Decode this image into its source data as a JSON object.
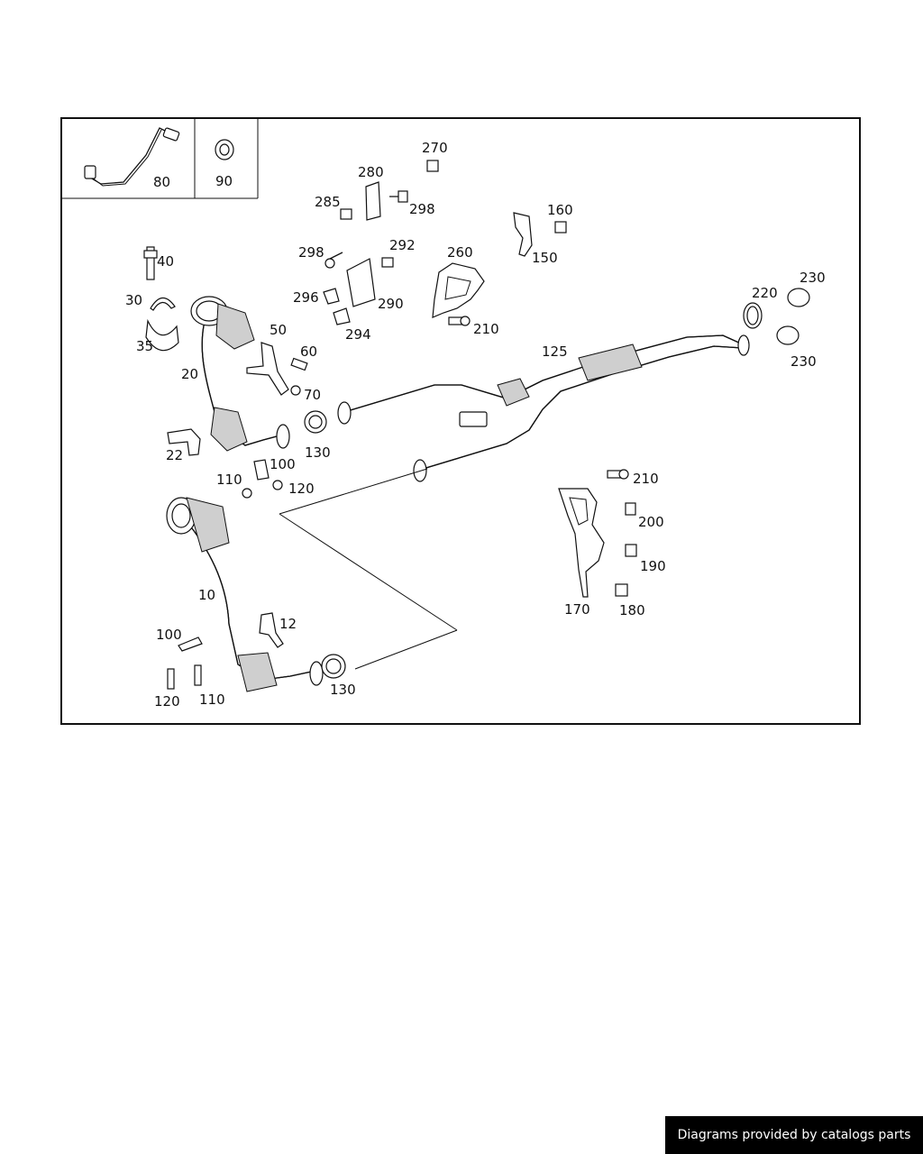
{
  "labels": {
    "l80": "80",
    "l90": "90",
    "l270": "270",
    "l280": "280",
    "l285": "285",
    "l298a": "298",
    "l160": "160",
    "l150": "150",
    "l298b": "298",
    "l292": "292",
    "l260": "260",
    "l296": "296",
    "l290": "290",
    "l294": "294",
    "l210a": "210",
    "l40": "40",
    "l30": "30",
    "l35": "35",
    "l50": "50",
    "l60": "60",
    "l70": "70",
    "l20": "20",
    "l220": "220",
    "l230a": "230",
    "l230b": "230",
    "l125": "125",
    "l130a": "130",
    "l22": "22",
    "l110a": "110",
    "l100a": "100",
    "l120a": "120",
    "l210b": "210",
    "l200": "200",
    "l190": "190",
    "l170": "170",
    "l180": "180",
    "l10": "10",
    "l12": "12",
    "l100b": "100",
    "l120b": "120",
    "l110b": "110",
    "l130b": "130"
  },
  "footer": {
    "text": "Diagrams provided by catalogs parts"
  }
}
